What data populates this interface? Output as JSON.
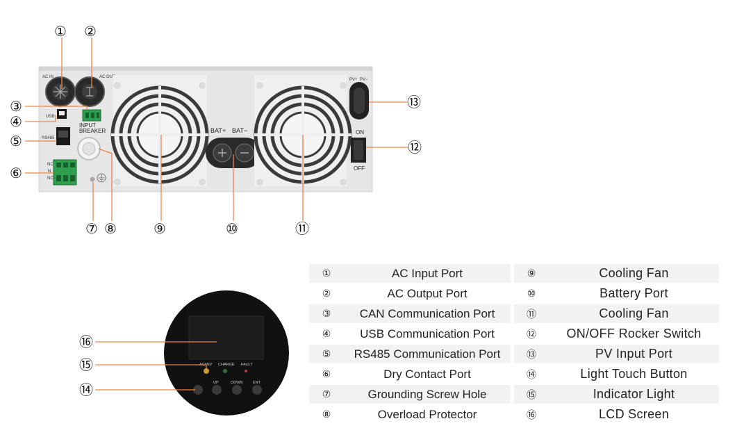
{
  "callouts": [
    "①",
    "②",
    "③",
    "④",
    "⑤",
    "⑥",
    "⑦",
    "⑧",
    "⑨",
    "⑩",
    "⑪",
    "⑫",
    "⑬",
    "⑭",
    "⑮",
    "⑯"
  ],
  "panel_labels": {
    "ac_in": "AC IN",
    "ac_out": "AC OUT",
    "usb": "USB",
    "rs485": "RS485",
    "input_breaker_line1": "INPUT",
    "input_breaker_line2": "BREAKER",
    "bat_plus": "BAT+",
    "bat_minus": "BAT−",
    "pv_plus": "PV+",
    "pv_minus": "PV−",
    "on": "ON",
    "off": "OFF",
    "dry_nc": "NC",
    "dry_n": "N",
    "dry_no": "NC"
  },
  "front_panel": {
    "indicator_acinv": "AC/INV",
    "indicator_charge": "CHARGE",
    "indicator_fault": "FAULT",
    "button_up": "UP",
    "button_down": "DOWN",
    "button_ent": "ENT"
  },
  "legend": {
    "left": [
      {
        "num": "①",
        "label": "AC Input Port"
      },
      {
        "num": "②",
        "label": "AC Output Port"
      },
      {
        "num": "③",
        "label": "CAN Communication Port"
      },
      {
        "num": "④",
        "label": "USB Communication Port"
      },
      {
        "num": "⑤",
        "label": "RS485 Communication Port"
      },
      {
        "num": "⑥",
        "label": "Dry Contact Port"
      },
      {
        "num": "⑦",
        "label": "Grounding Screw Hole"
      },
      {
        "num": "⑧",
        "label": "Overload Protector"
      }
    ],
    "right": [
      {
        "num": "⑨",
        "label": "Cooling Fan"
      },
      {
        "num": "⑩",
        "label": "Battery Port"
      },
      {
        "num": "⑪",
        "label": "Cooling Fan"
      },
      {
        "num": "⑫",
        "label": "ON/OFF Rocker Switch"
      },
      {
        "num": "⑬",
        "label": "PV Input Port"
      },
      {
        "num": "⑭",
        "label": "Light Touch Button"
      },
      {
        "num": "⑮",
        "label": "Indicator Light"
      },
      {
        "num": "⑯",
        "label": "LCD Screen"
      }
    ]
  },
  "colors": {
    "panel": "#e6e6e6",
    "panel_edge": "#d0d0d0",
    "leader": "#e8864a",
    "fan_grill": "#3a3a3a",
    "terminal_green": "#2e9e4f",
    "front_panel": "#111111",
    "lcd": "#1c1c1c"
  }
}
